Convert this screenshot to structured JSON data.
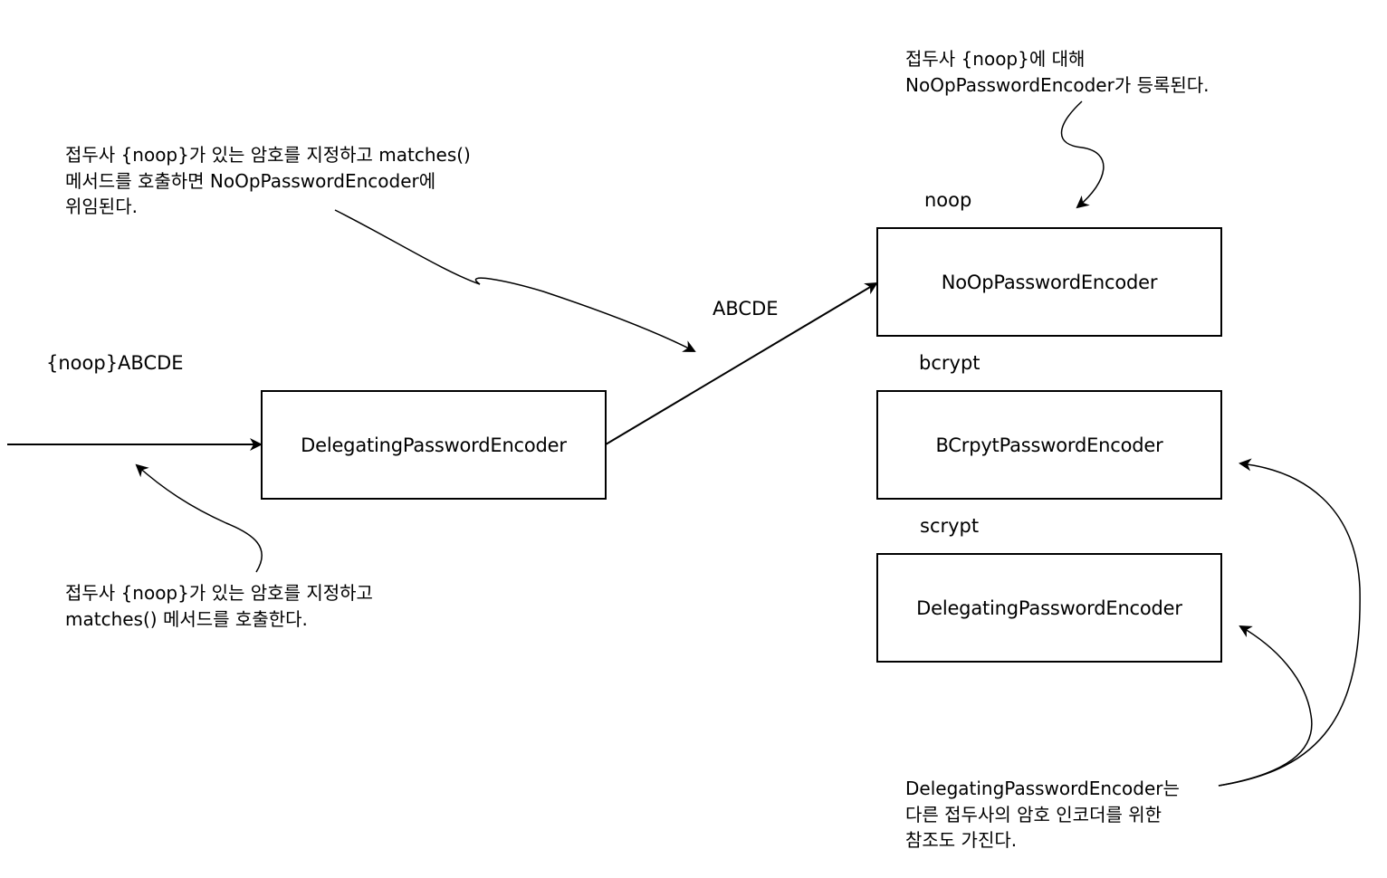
{
  "nodes": {
    "delegating_main": "DelegatingPasswordEncoder",
    "noop_encoder": "NoOpPasswordEncoder",
    "bcrypt_encoder": "BCrpytPasswordEncoder",
    "scrypt_encoder": "DelegatingPasswordEncoder"
  },
  "labels": {
    "input_password": "{noop}ABCDE",
    "stripped_password": "ABCDE",
    "prefix_noop": "noop",
    "prefix_bcrypt": "bcrypt",
    "prefix_scrypt": "scrypt"
  },
  "notes": {
    "call_matches": "접두사 {noop}가 있는 암호를 지정하고\nmatches() 메서드를 호출한다.",
    "delegated": "접두사 {noop}가 있는 암호를 지정하고 matches()\n메서드를 호출하면 NoOpPasswordEncoder에\n위임된다.",
    "registered": "접두사 {noop}에 대해\nNoOpPasswordEncoder가 등록된다.",
    "references": "DelegatingPasswordEncoder는\n다른 접두사의 암호 인코더를 위한\n참조도 가진다."
  }
}
